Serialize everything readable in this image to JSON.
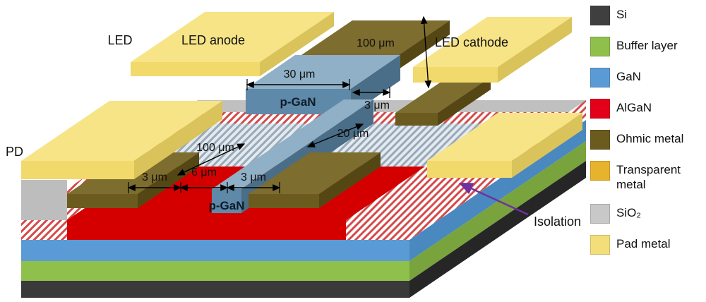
{
  "labels": {
    "led": "LED",
    "led_anode": "LED anode",
    "led_cathode": "LED cathode",
    "pd": "PD",
    "p_gan_led": "p-GaN",
    "p_gan_pd": "p-GaN",
    "isolation": "Isolation"
  },
  "dimensions": {
    "led_mesa_depth": "100 μm",
    "led_mesa_width": "30 μm",
    "led_cathode_gap": "3 μm",
    "led_mesa_length": "20 μm",
    "pd_ridge_length": "100 μm",
    "pd_gap_left": "3 μm",
    "pd_ridge_width": "6 μm",
    "pd_gap_right": "3 μm"
  },
  "legend": {
    "items": [
      {
        "label": "Si",
        "color": "#3f3f3f"
      },
      {
        "label": "Buffer layer",
        "color": "#8fc04c"
      },
      {
        "label": "GaN",
        "color": "#5b9bd5"
      },
      {
        "label": "AlGaN",
        "color": "#e2001a"
      },
      {
        "label": "Ohmic metal",
        "color": "#6b5b1f"
      },
      {
        "label": "Transparent metal",
        "color": "#e8b32c"
      },
      {
        "label": "SiO₂",
        "color": "#c8c8c8"
      },
      {
        "label": "Pad metal",
        "color": "#f4de79"
      }
    ]
  }
}
